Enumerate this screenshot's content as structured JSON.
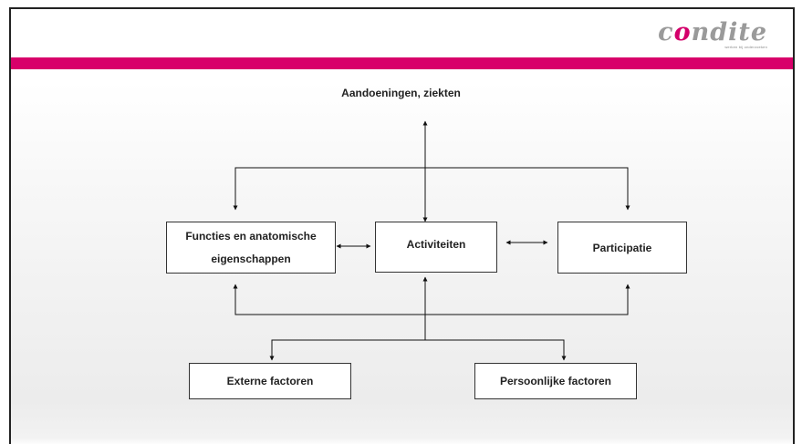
{
  "logo": {
    "text_before": "c",
    "text_accent": "o",
    "text_after": "ndite",
    "tagline": "werken bij onderzoeken",
    "brand_color": "#d4006b",
    "text_color": "#9a9a9a"
  },
  "band_color": "#d8006a",
  "diagram": {
    "top_label": "Aandoeningen, ziekten",
    "boxes": {
      "functions": {
        "line1": "Functies en anatomische",
        "line2": "eigenschappen"
      },
      "activities": "Activiteiten",
      "participation": "Participatie",
      "external": "Externe factoren",
      "personal": "Persoonlijke factoren"
    }
  }
}
